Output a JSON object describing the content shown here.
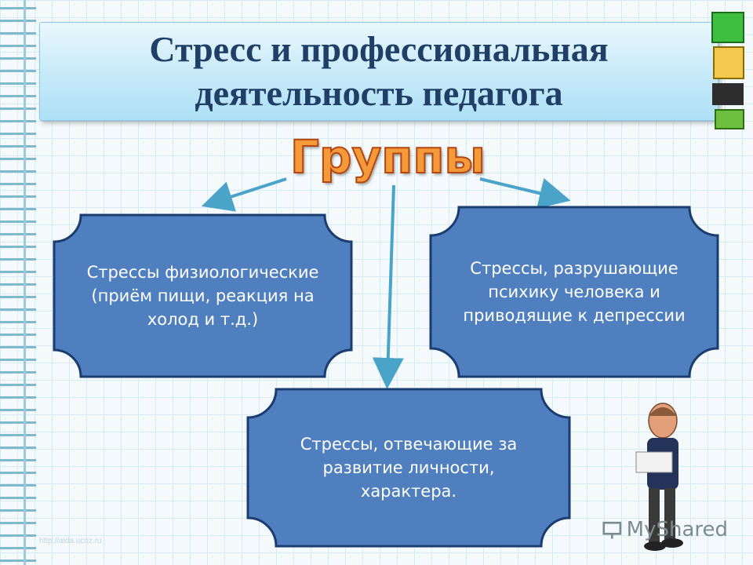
{
  "slide": {
    "title": "Стресс и профессиональная деятельность педагога",
    "heading": "Группы",
    "boxes": {
      "left": "Стрессы физиологические (приём пищи, реакция на холод и т.д.)",
      "right": "Стрессы, разрушающие психику человека и приводящие к депрессии",
      "bottom": "Стрессы, отвечающие  за развитие личности, характера."
    },
    "logo": "MyShared",
    "watermark": "http://aida.ucoz.ru"
  },
  "colors": {
    "box_fill": "#4f7fbe",
    "box_border": "#1a3c6e",
    "arrow": "#4aa3c8",
    "heading": "#f59a3a"
  }
}
